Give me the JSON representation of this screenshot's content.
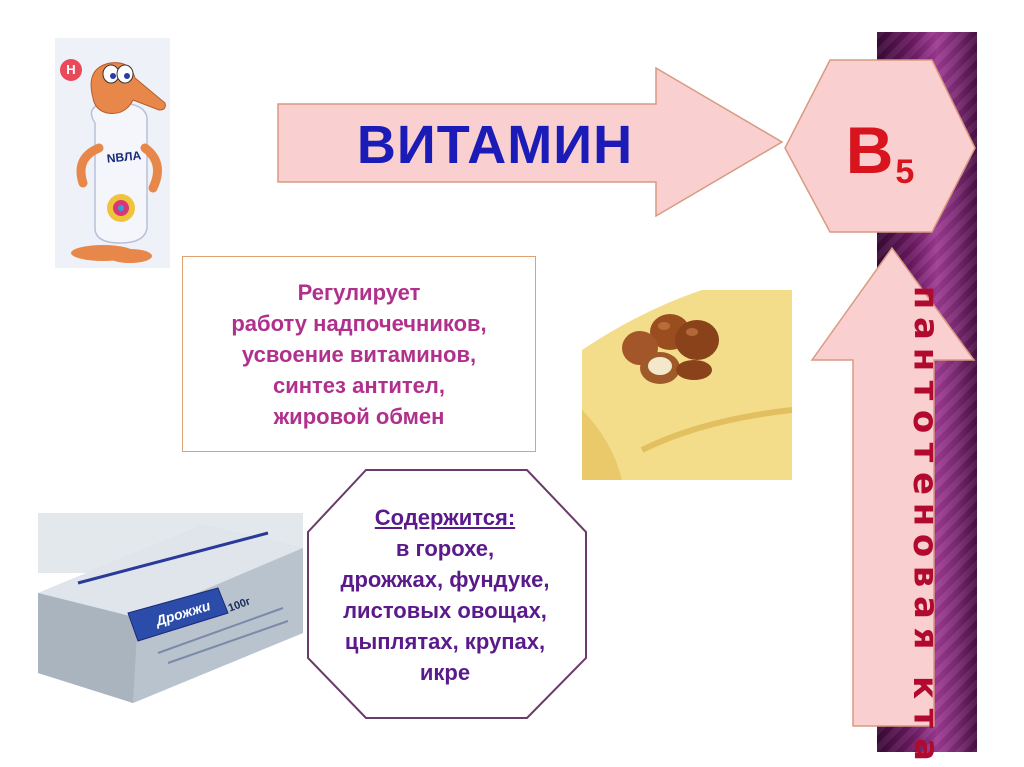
{
  "title": {
    "word": "ВИТАМИН",
    "letter": "B",
    "subscript": "5"
  },
  "vertical_name": {
    "line1": [
      "п",
      "а",
      "н",
      "т",
      "о",
      "т",
      "е",
      "н",
      "о",
      "в",
      "а",
      "я"
    ],
    "line2": [
      "к",
      "т",
      "а"
    ]
  },
  "function_box": {
    "lines": [
      "Регулирует",
      "работу надпочечников,",
      "усвоение витаминов,",
      "синтез антител,",
      "жировой обмен"
    ]
  },
  "contains_box": {
    "heading": "Содержится:",
    "lines": [
      "в горохе,",
      "дрожжах, фундуке,",
      "листовых овощах,",
      "цыплятах, крупах,",
      "икре"
    ]
  },
  "yeast_package": {
    "brand": "Дрожжи",
    "weight": "100г"
  },
  "mascot": {
    "badge": "Н",
    "shirt": "NBЛA"
  },
  "colors": {
    "title": "#1b1bb8",
    "vitamin": "#d8141e",
    "function_text": "#b0308c",
    "contains_text": "#5a1a8c",
    "vertical_text": "#b10a2e",
    "arrow_fill": "#f9cfcf",
    "stripe": "#6b1a62"
  }
}
